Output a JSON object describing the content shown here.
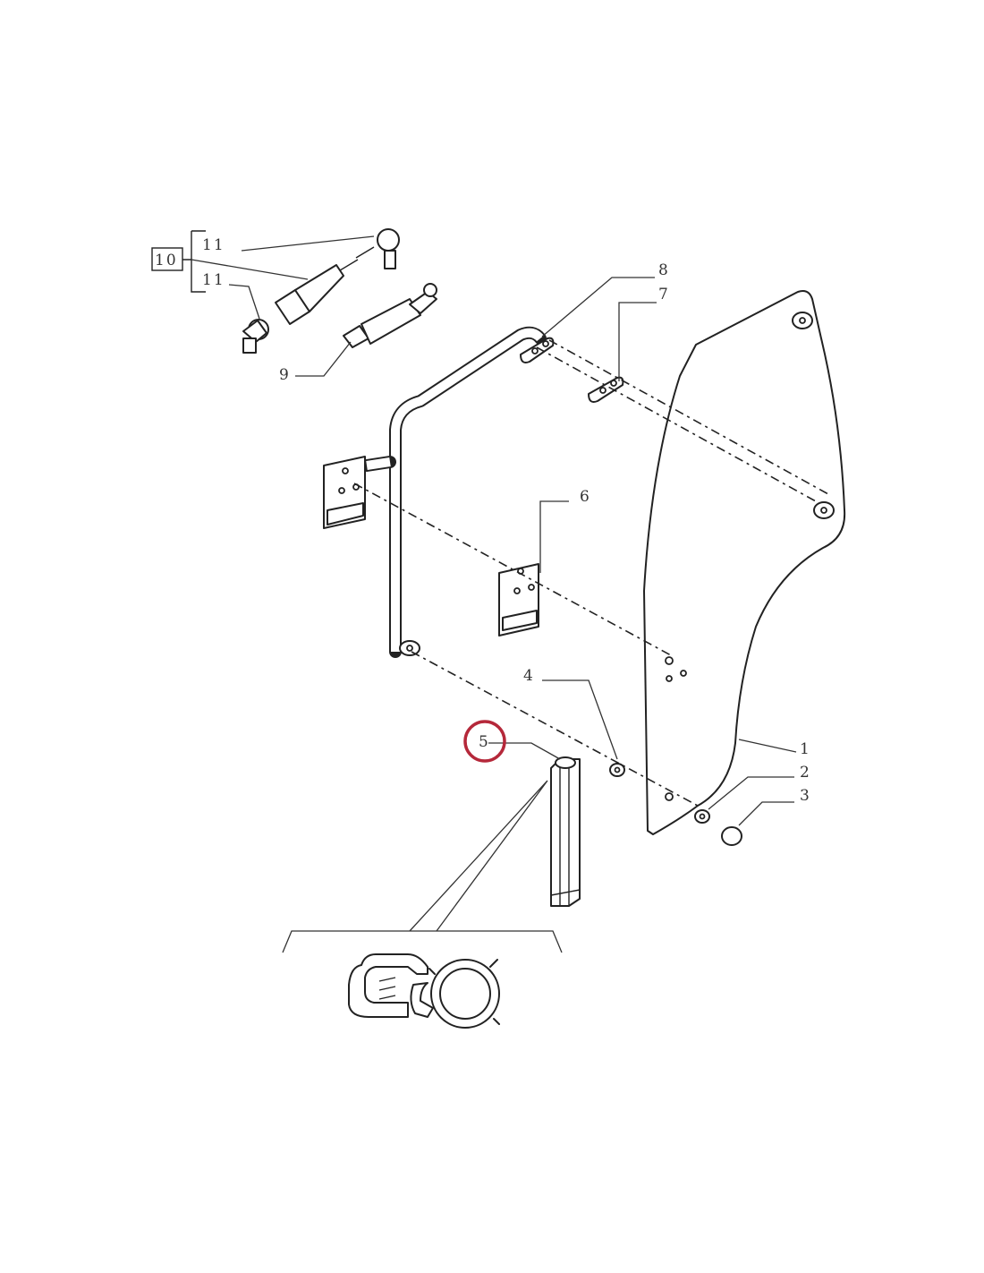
{
  "diagram": {
    "callouts": [
      {
        "id": "1",
        "text": "1"
      },
      {
        "id": "2",
        "text": "2"
      },
      {
        "id": "3",
        "text": "3"
      },
      {
        "id": "4",
        "text": "4"
      },
      {
        "id": "5",
        "text": "5"
      },
      {
        "id": "6",
        "text": "6"
      },
      {
        "id": "7",
        "text": "7"
      },
      {
        "id": "8",
        "text": "8"
      },
      {
        "id": "9",
        "text": "9"
      },
      {
        "id": "10",
        "text": "10"
      },
      {
        "id": "11a",
        "text": "11"
      },
      {
        "id": "11b",
        "text": "11"
      }
    ],
    "highlighted_callout": "5",
    "highlight_color": "#b5283a",
    "line_color": "#222222"
  }
}
